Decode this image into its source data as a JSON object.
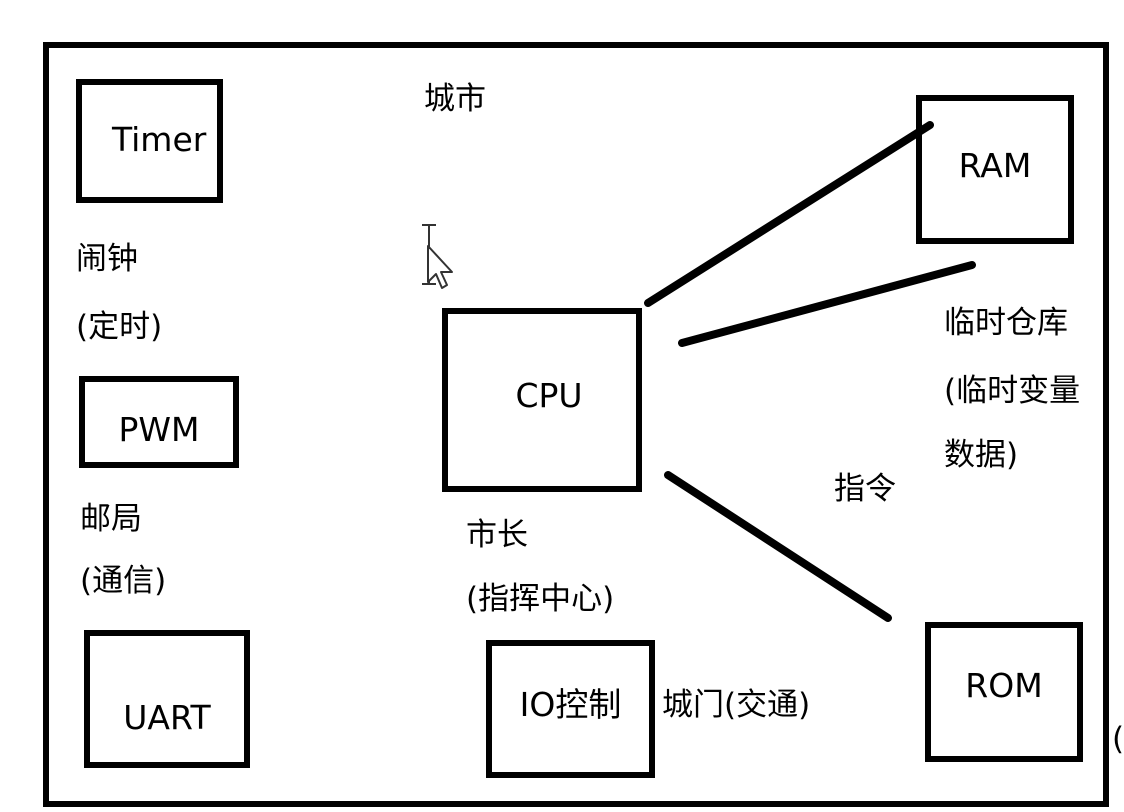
{
  "city_label": "城市",
  "components": {
    "timer": "Timer",
    "pwm": "PWM",
    "uart": "UART",
    "cpu": "CPU",
    "io": "IO控制",
    "ram": "RAM",
    "rom": "ROM"
  },
  "descriptions": {
    "timer_line1": "闹钟",
    "timer_line2": "(定时)",
    "pwm_line1": "邮局",
    "pwm_line2": "(通信)",
    "cpu_line1": "市长",
    "cpu_line2": "(指挥中心)",
    "io_desc": "城门(交通)",
    "ram_line1": "临时仓库",
    "ram_line2": "(临时变量",
    "ram_line3": "数据)",
    "rom_desc": "指令",
    "edge_fragment": "("
  },
  "icons": [
    "text-cursor-icon",
    "arrow-pointer-icon"
  ]
}
